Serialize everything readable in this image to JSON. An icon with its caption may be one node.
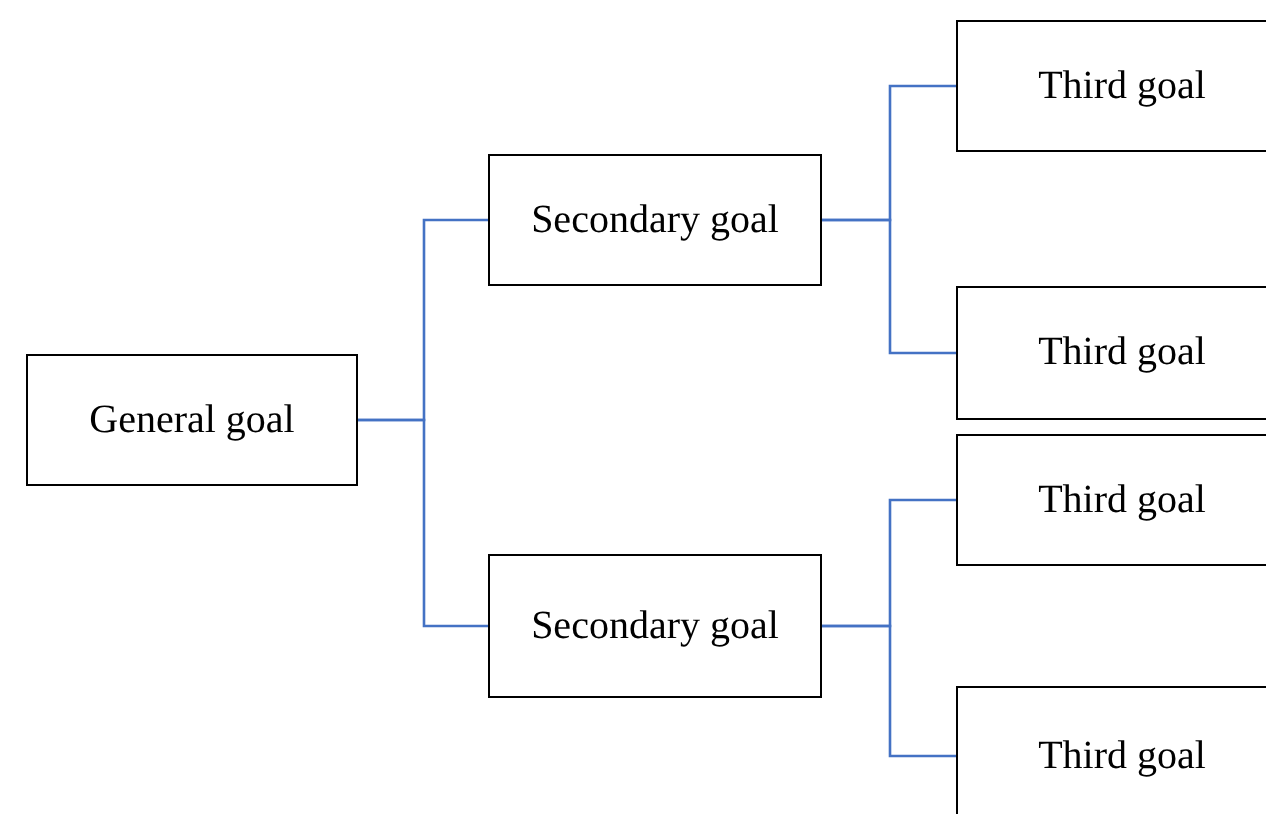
{
  "diagram": {
    "nodes": [
      {
        "text": [
          "General goal"
        ]
      },
      {
        "text": [
          "Secondary goal"
        ]
      },
      {
        "text": [
          "Secondary goal"
        ]
      },
      {
        "text": [
          "Third goal"
        ]
      },
      {
        "text": [
          "Third goal"
        ]
      },
      {
        "text": [
          "Third goal"
        ]
      },
      {
        "text": [
          "Third goal"
        ]
      }
    ],
    "edges": [
      {
        "from": 0,
        "to": 1,
        "arrow": "none"
      },
      {
        "from": 0,
        "to": 2,
        "arrow": "none"
      },
      {
        "from": 1,
        "to": 3,
        "arrow": "none"
      },
      {
        "from": 1,
        "to": 4,
        "arrow": "none"
      },
      {
        "from": 2,
        "to": 5,
        "arrow": "none"
      },
      {
        "from": 2,
        "to": 6,
        "arrow": "none"
      }
    ]
  }
}
